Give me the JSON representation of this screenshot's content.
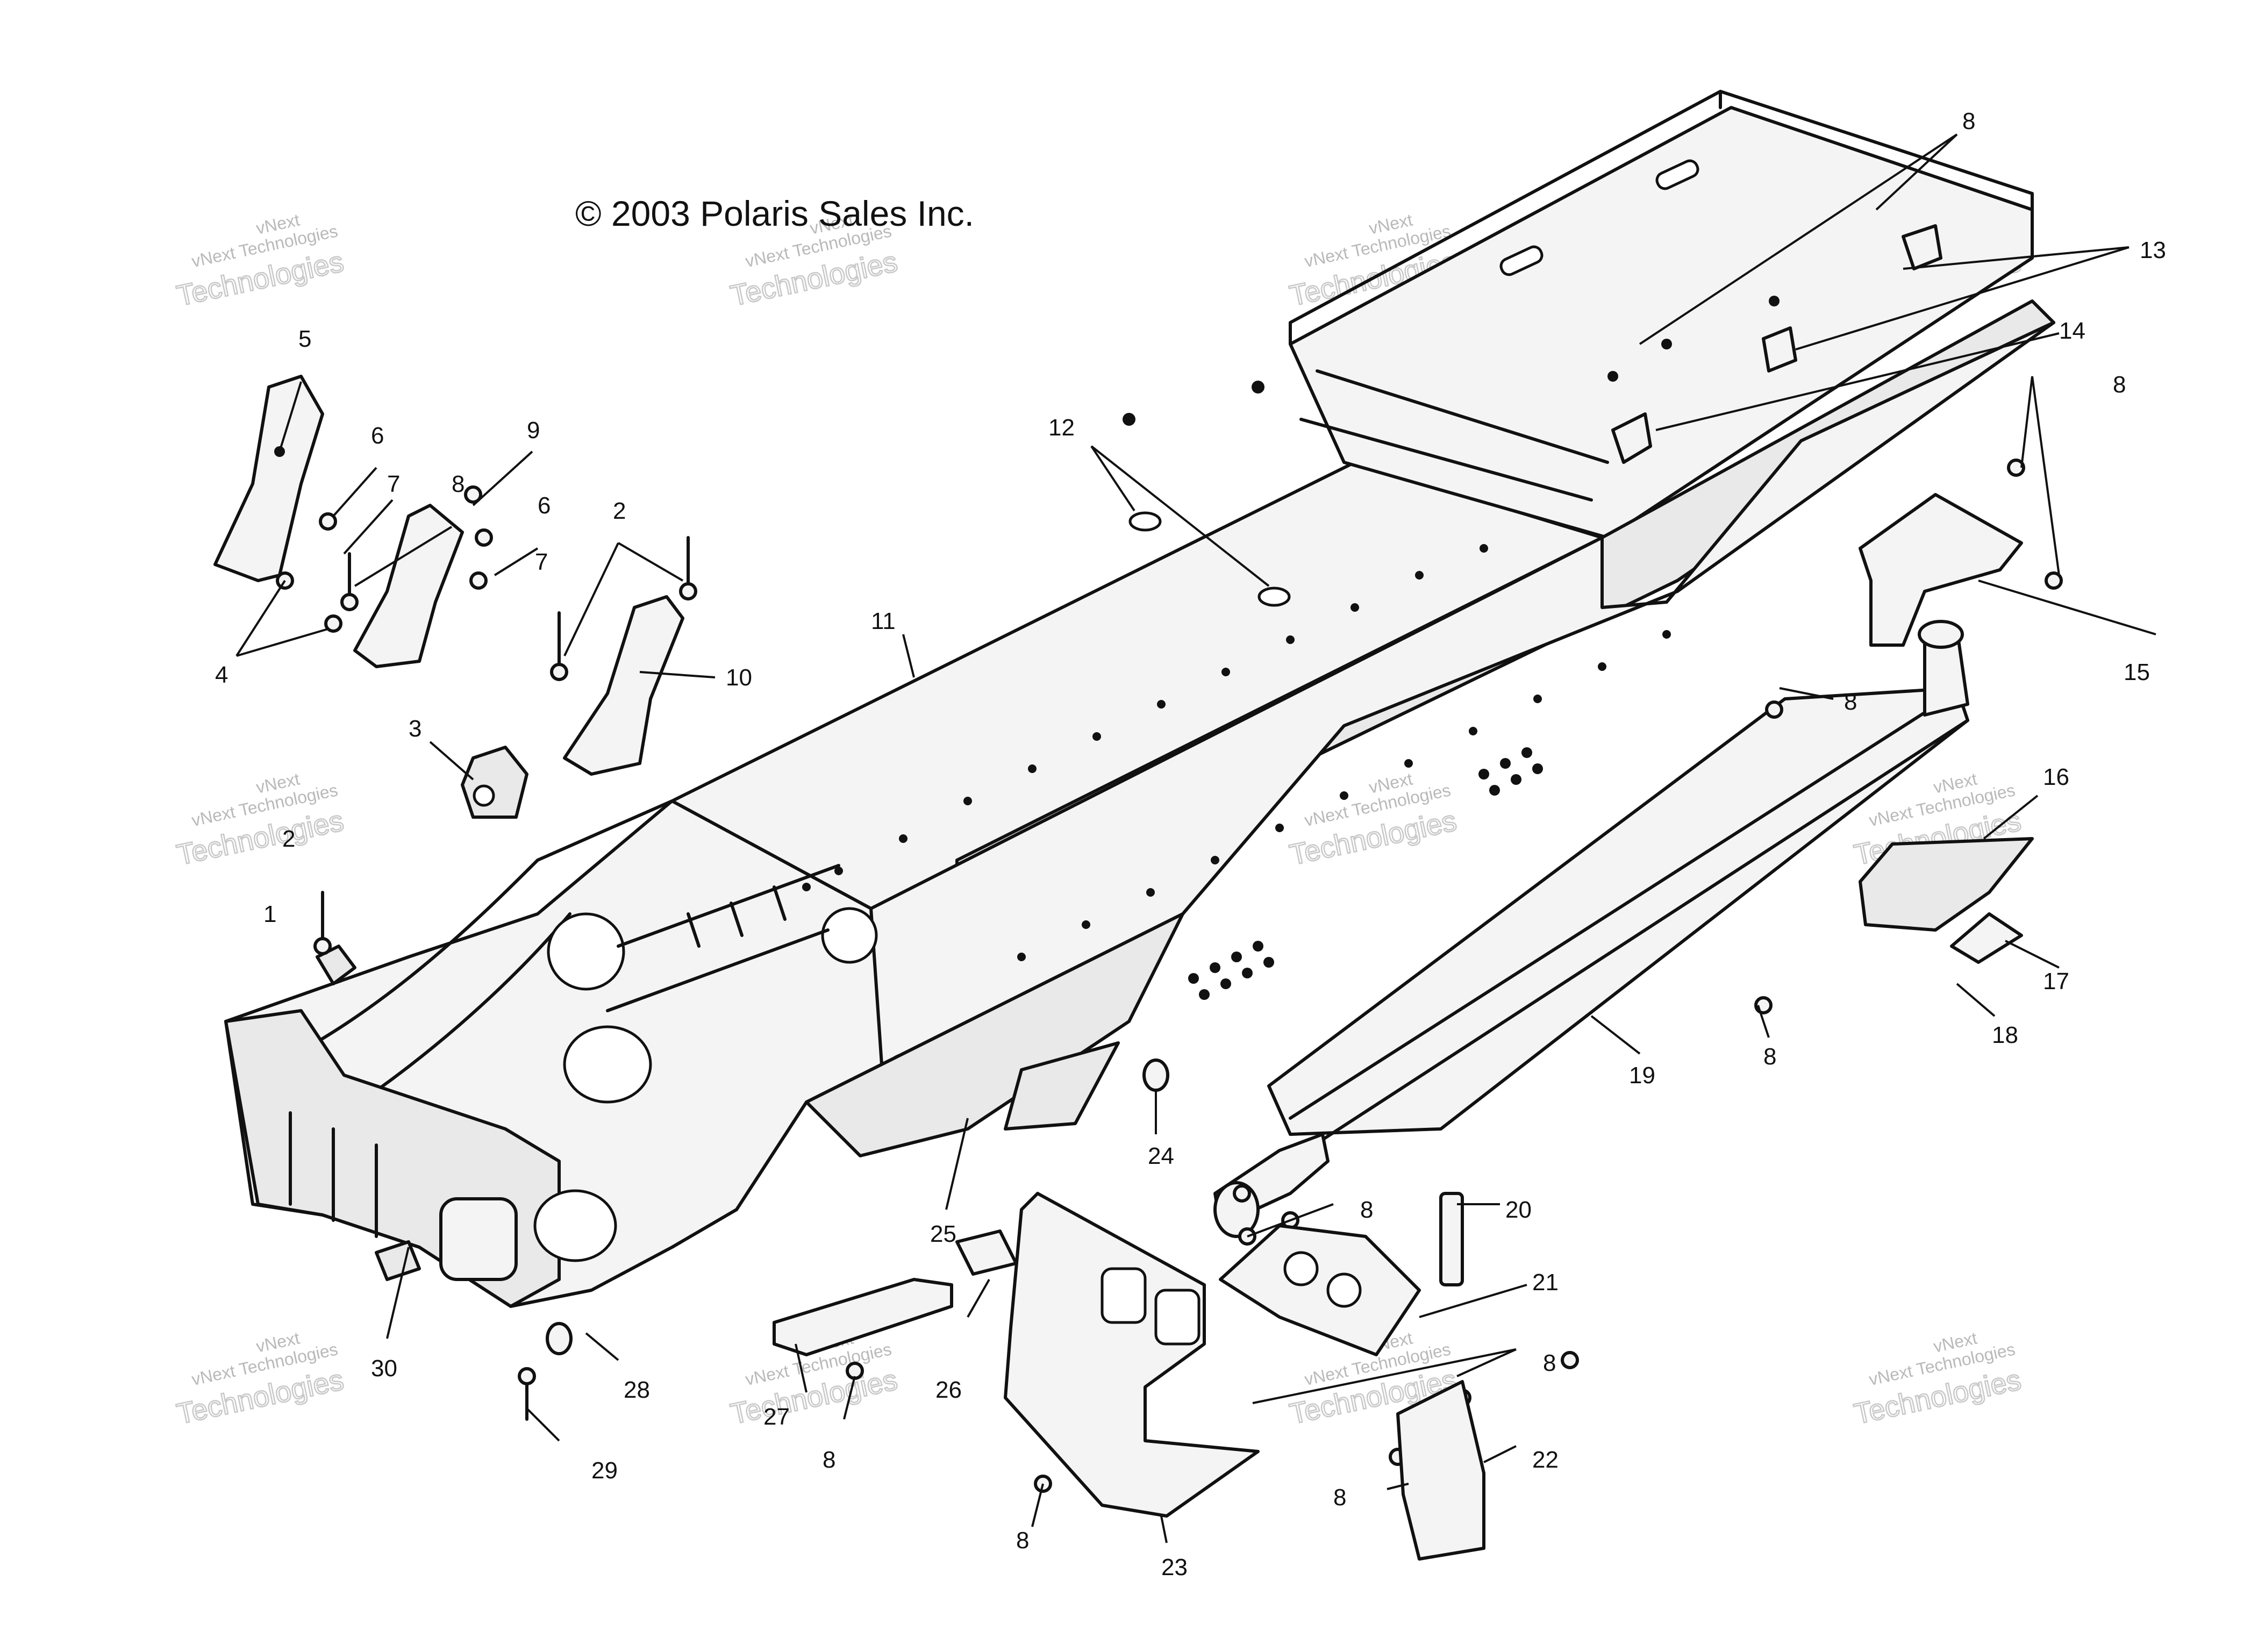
{
  "copyright": "© 2003 Polaris Sales Inc.",
  "watermark": {
    "line1": "vNext",
    "line2": "vNext Technologies",
    "line3": "Technologies"
  },
  "callouts": [
    "8",
    "13",
    "14",
    "8",
    "12",
    "5",
    "6",
    "7",
    "8",
    "9",
    "6",
    "7",
    "2",
    "11",
    "4",
    "10",
    "15",
    "8",
    "3",
    "16",
    "2",
    "1",
    "17",
    "18",
    "8",
    "19",
    "24",
    "8",
    "20",
    "25",
    "21",
    "26",
    "8",
    "30",
    "28",
    "27",
    "8",
    "29",
    "22",
    "8",
    "8",
    "23"
  ]
}
